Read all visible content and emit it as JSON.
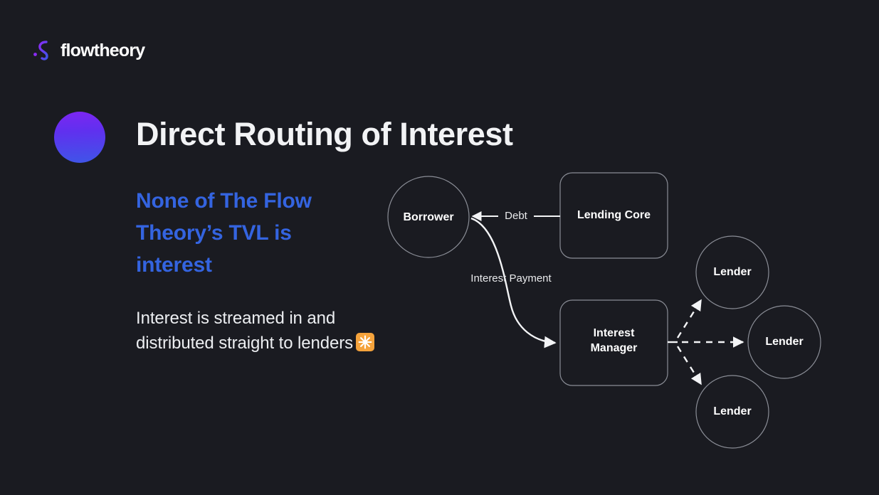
{
  "brand": {
    "name": "flowtheory",
    "mark_icon": "flowtheory-logo-icon"
  },
  "header": {
    "title": "Direct Routing of Interest",
    "accent_dot_icon": "gradient-circle-icon"
  },
  "content": {
    "lead": "None of The Flow Theory’s TVL is interest",
    "body_text": "Interest is streamed in and distributed straight to lenders",
    "body_emoji_icon": "sparkle-emoji-icon"
  },
  "colors": {
    "background": "#1a1b21",
    "lead_blue": "#3464e0",
    "text_white": "#eceef1",
    "node_stroke": "#8a8d96",
    "edge_stroke": "#f3f4f6",
    "emoji_orange": "#f5a33c",
    "gradient_start": "#7d26f2",
    "gradient_end": "#3f55e8"
  },
  "diagram": {
    "nodes": [
      {
        "id": "borrower",
        "label": "Borrower",
        "shape": "circle"
      },
      {
        "id": "lending-core",
        "label": "Lending Core",
        "shape": "rounded-rect"
      },
      {
        "id": "interest-manager",
        "label": "Interest\nManager",
        "shape": "rounded-rect"
      },
      {
        "id": "lender-top",
        "label": "Lender",
        "shape": "circle"
      },
      {
        "id": "lender-middle",
        "label": "Lender",
        "shape": "circle"
      },
      {
        "id": "lender-bottom",
        "label": "Lender",
        "shape": "circle"
      }
    ],
    "edges": [
      {
        "id": "debt",
        "label": "Debt",
        "from": "lending-core",
        "to": "borrower",
        "style": "solid"
      },
      {
        "id": "interest-payment",
        "label": "Interest Payment",
        "from": "borrower",
        "to": "interest-manager",
        "style": "solid"
      },
      {
        "id": "payout-top",
        "label": "",
        "from": "interest-manager",
        "to": "lender-top",
        "style": "dashed"
      },
      {
        "id": "payout-middle",
        "label": "",
        "from": "interest-manager",
        "to": "lender-middle",
        "style": "dashed"
      },
      {
        "id": "payout-bottom",
        "label": "",
        "from": "interest-manager",
        "to": "lender-bottom",
        "style": "dashed"
      }
    ]
  }
}
